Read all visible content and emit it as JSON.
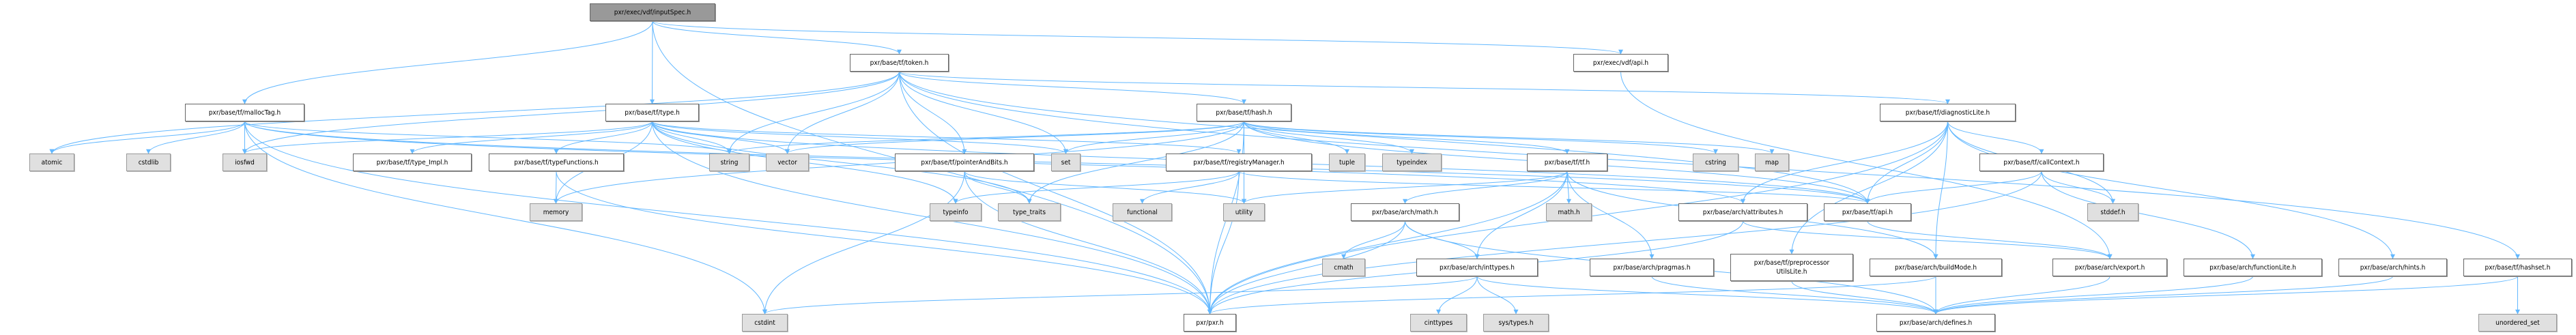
{
  "graph": {
    "edge_color": "#63b8ff",
    "nodes": [
      {
        "id": "inputSpec",
        "label": "pxr/exec/vdf/inputSpec.h",
        "kind": "root"
      },
      {
        "id": "token",
        "label": "pxr/base/tf/token.h",
        "kind": "file"
      },
      {
        "id": "vdfApi",
        "label": "pxr/exec/vdf/api.h",
        "kind": "file"
      },
      {
        "id": "mallocTag",
        "label": "pxr/base/tf/mallocTag.h",
        "kind": "file"
      },
      {
        "id": "type",
        "label": "pxr/base/tf/type.h",
        "kind": "file"
      },
      {
        "id": "hash",
        "label": "pxr/base/tf/hash.h",
        "kind": "file"
      },
      {
        "id": "diagnosticLite",
        "label": "pxr/base/tf/diagnosticLite.h",
        "kind": "file"
      },
      {
        "id": "atomic",
        "label": "atomic",
        "kind": "sys"
      },
      {
        "id": "cstdlib",
        "label": "cstdlib",
        "kind": "sys"
      },
      {
        "id": "iosfwd",
        "label": "iosfwd",
        "kind": "sys"
      },
      {
        "id": "typeImpl",
        "label": "pxr/base/tf/type_Impl.h",
        "kind": "file"
      },
      {
        "id": "typeFunctions",
        "label": "pxr/base/tf/typeFunctions.h",
        "kind": "file"
      },
      {
        "id": "string",
        "label": "string",
        "kind": "sys"
      },
      {
        "id": "vector",
        "label": "vector",
        "kind": "sys"
      },
      {
        "id": "pointerAndBits",
        "label": "pxr/base/tf/pointerAndBits.h",
        "kind": "file"
      },
      {
        "id": "set",
        "label": "set",
        "kind": "sys"
      },
      {
        "id": "registryManager",
        "label": "pxr/base/tf/registryManager.h",
        "kind": "file"
      },
      {
        "id": "tuple",
        "label": "tuple",
        "kind": "sys"
      },
      {
        "id": "typeindex",
        "label": "typeindex",
        "kind": "sys"
      },
      {
        "id": "tf",
        "label": "pxr/base/tf/tf.h",
        "kind": "file"
      },
      {
        "id": "cstring",
        "label": "cstring",
        "kind": "sys"
      },
      {
        "id": "map",
        "label": "map",
        "kind": "sys"
      },
      {
        "id": "callContext",
        "label": "pxr/base/tf/callContext.h",
        "kind": "file"
      },
      {
        "id": "memory",
        "label": "memory",
        "kind": "sys"
      },
      {
        "id": "typeinfo",
        "label": "typeinfo",
        "kind": "sys"
      },
      {
        "id": "typeTraits",
        "label": "type_traits",
        "kind": "sys"
      },
      {
        "id": "functional",
        "label": "functional",
        "kind": "sys"
      },
      {
        "id": "utility",
        "label": "utility",
        "kind": "sys"
      },
      {
        "id": "archMath",
        "label": "pxr/base/arch/math.h",
        "kind": "file"
      },
      {
        "id": "mathh",
        "label": "math.h",
        "kind": "sys"
      },
      {
        "id": "attributes",
        "label": "pxr/base/arch/attributes.h",
        "kind": "file"
      },
      {
        "id": "tfApi",
        "label": "pxr/base/tf/api.h",
        "kind": "file"
      },
      {
        "id": "stddef",
        "label": "stddef.h",
        "kind": "sys"
      },
      {
        "id": "cmath",
        "label": "cmath",
        "kind": "sys"
      },
      {
        "id": "inttypes",
        "label": "pxr/base/arch/inttypes.h",
        "kind": "file"
      },
      {
        "id": "pragmas",
        "label": "pxr/base/arch/pragmas.h",
        "kind": "file"
      },
      {
        "id": "preprocessor",
        "label": "pxr/base/tf/preprocessor\nUtilsLite.h",
        "kind": "file"
      },
      {
        "id": "buildMode",
        "label": "pxr/base/arch/buildMode.h",
        "kind": "file"
      },
      {
        "id": "export",
        "label": "pxr/base/arch/export.h",
        "kind": "file"
      },
      {
        "id": "functionLite",
        "label": "pxr/base/arch/functionLite.h",
        "kind": "file"
      },
      {
        "id": "hints",
        "label": "pxr/base/arch/hints.h",
        "kind": "file"
      },
      {
        "id": "hashset",
        "label": "pxr/base/tf/hashset.h",
        "kind": "file"
      },
      {
        "id": "cstdint",
        "label": "cstdint",
        "kind": "sys"
      },
      {
        "id": "pxr",
        "label": "pxr/pxr.h",
        "kind": "file"
      },
      {
        "id": "cinttypes",
        "label": "cinttypes",
        "kind": "sys"
      },
      {
        "id": "sysTypes",
        "label": "sys/types.h",
        "kind": "sys"
      },
      {
        "id": "defines",
        "label": "pxr/base/arch/defines.h",
        "kind": "file"
      },
      {
        "id": "unorderedSet",
        "label": "unordered_set",
        "kind": "sys"
      }
    ],
    "edges": [
      [
        "inputSpec",
        "mallocTag"
      ],
      [
        "inputSpec",
        "type"
      ],
      [
        "inputSpec",
        "token"
      ],
      [
        "inputSpec",
        "vdfApi"
      ],
      [
        "inputSpec",
        "pxr"
      ],
      [
        "vdfApi",
        "export"
      ],
      [
        "token",
        "atomic"
      ],
      [
        "token",
        "iosfwd"
      ],
      [
        "token",
        "string"
      ],
      [
        "token",
        "vector"
      ],
      [
        "token",
        "pointerAndBits"
      ],
      [
        "token",
        "set"
      ],
      [
        "token",
        "pxr"
      ],
      [
        "token",
        "hash"
      ],
      [
        "token",
        "diagnosticLite"
      ],
      [
        "token",
        "tfApi"
      ],
      [
        "token",
        "hashset"
      ],
      [
        "mallocTag",
        "atomic"
      ],
      [
        "mallocTag",
        "cstdlib"
      ],
      [
        "mallocTag",
        "iosfwd"
      ],
      [
        "mallocTag",
        "cstdint"
      ],
      [
        "mallocTag",
        "pxr"
      ],
      [
        "mallocTag",
        "string"
      ],
      [
        "mallocTag",
        "tfApi"
      ],
      [
        "mallocTag",
        "attributes"
      ],
      [
        "type",
        "iosfwd"
      ],
      [
        "type",
        "memory"
      ],
      [
        "type",
        "typeinfo"
      ],
      [
        "type",
        "typeTraits"
      ],
      [
        "type",
        "typeImpl"
      ],
      [
        "type",
        "typeFunctions"
      ],
      [
        "type",
        "registryManager"
      ],
      [
        "type",
        "set"
      ],
      [
        "type",
        "string"
      ],
      [
        "type",
        "vector"
      ],
      [
        "type",
        "pxr"
      ],
      [
        "type",
        "tfApi"
      ],
      [
        "typeFunctions",
        "memory"
      ],
      [
        "typeFunctions",
        "pxr"
      ],
      [
        "pointerAndBits",
        "typeTraits"
      ],
      [
        "pointerAndBits",
        "cstdint"
      ],
      [
        "pointerAndBits",
        "pxr"
      ],
      [
        "pointerAndBits",
        "utility"
      ],
      [
        "hash",
        "string"
      ],
      [
        "hash",
        "vector"
      ],
      [
        "hash",
        "set"
      ],
      [
        "hash",
        "tuple"
      ],
      [
        "hash",
        "typeindex"
      ],
      [
        "hash",
        "typeTraits"
      ],
      [
        "hash",
        "memory"
      ],
      [
        "hash",
        "utility"
      ],
      [
        "hash",
        "pxr"
      ],
      [
        "hash",
        "tf"
      ],
      [
        "hash",
        "cstring"
      ],
      [
        "hash",
        "map"
      ],
      [
        "hash",
        "tfApi"
      ],
      [
        "registryManager",
        "functional"
      ],
      [
        "registryManager",
        "typeinfo"
      ],
      [
        "registryManager",
        "pxr"
      ],
      [
        "registryManager",
        "tfApi"
      ],
      [
        "tf",
        "utility"
      ],
      [
        "tf",
        "pxr"
      ],
      [
        "tf",
        "archMath"
      ],
      [
        "tf",
        "mathh"
      ],
      [
        "tf",
        "inttypes"
      ],
      [
        "tf",
        "buildMode"
      ],
      [
        "tf",
        "pragmas"
      ],
      [
        "archMath",
        "cmath"
      ],
      [
        "archMath",
        "inttypes"
      ],
      [
        "archMath",
        "defines"
      ],
      [
        "archMath",
        "pxr"
      ],
      [
        "inttypes",
        "cinttypes"
      ],
      [
        "inttypes",
        "sysTypes"
      ],
      [
        "inttypes",
        "defines"
      ],
      [
        "inttypes",
        "cstdint"
      ],
      [
        "pragmas",
        "defines"
      ],
      [
        "preprocessor",
        "defines"
      ],
      [
        "buildMode",
        "defines"
      ],
      [
        "buildMode",
        "pxr"
      ],
      [
        "attributes",
        "export"
      ],
      [
        "attributes",
        "pxr"
      ],
      [
        "tfApi",
        "export"
      ],
      [
        "export",
        "defines"
      ],
      [
        "diagnosticLite",
        "tfApi"
      ],
      [
        "diagnosticLite",
        "attributes"
      ],
      [
        "diagnosticLite",
        "buildMode"
      ],
      [
        "diagnosticLite",
        "callContext"
      ],
      [
        "diagnosticLite",
        "stddef"
      ],
      [
        "diagnosticLite",
        "hints"
      ],
      [
        "diagnosticLite",
        "preprocessor"
      ],
      [
        "diagnosticLite",
        "pxr"
      ],
      [
        "callContext",
        "tfApi"
      ],
      [
        "callContext",
        "stddef"
      ],
      [
        "callContext",
        "functionLite"
      ],
      [
        "callContext",
        "pxr"
      ],
      [
        "functionLite",
        "defines"
      ],
      [
        "hints",
        "defines"
      ],
      [
        "hashset",
        "defines"
      ],
      [
        "hashset",
        "unorderedSet"
      ]
    ]
  }
}
